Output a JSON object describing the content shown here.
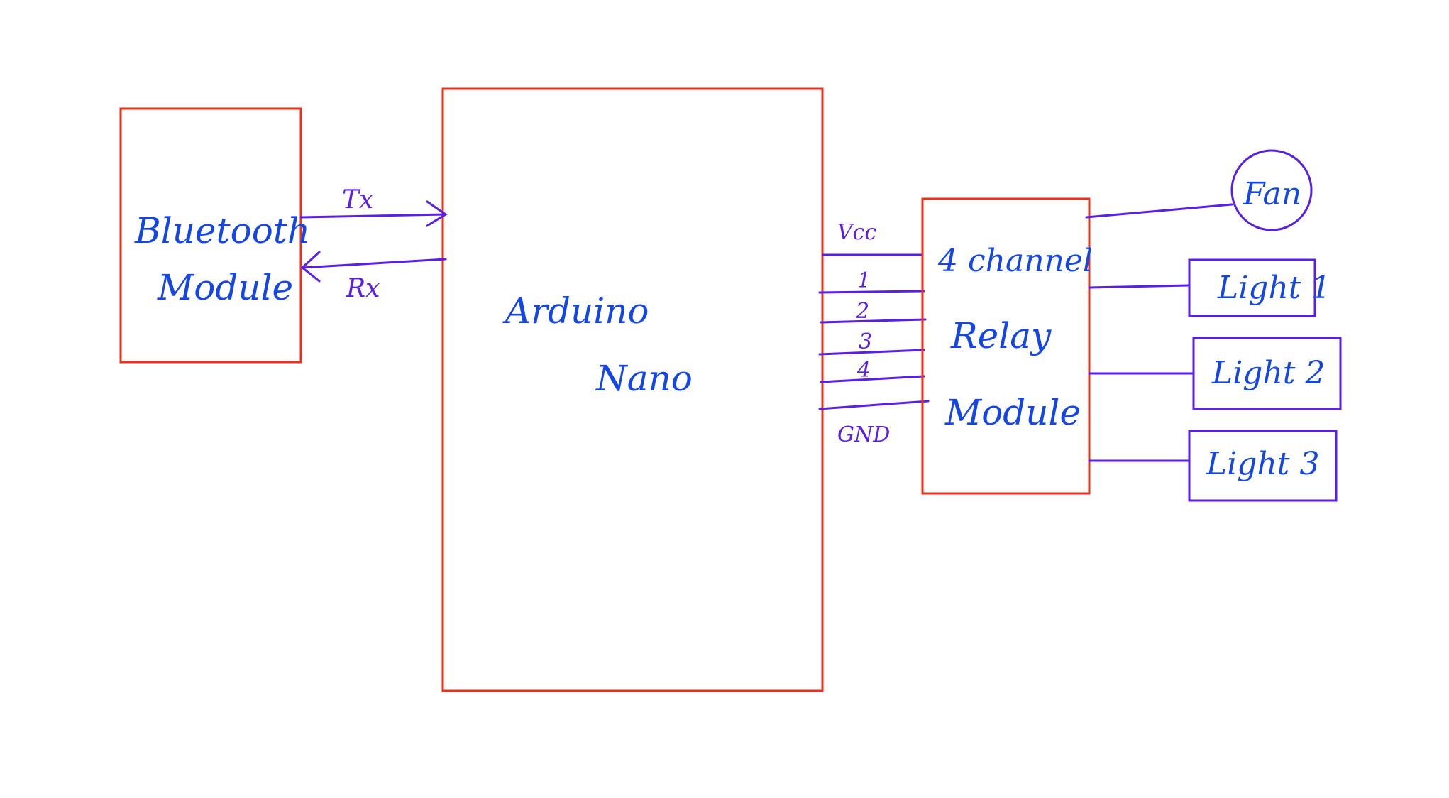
{
  "colors": {
    "box": "#e8321e",
    "wire": "#5a1ee6",
    "text": "#1446e6",
    "pin_text": "#5a1ee6"
  },
  "bluetooth": {
    "line1": "Bluetooth",
    "line2": "Module"
  },
  "arduino": {
    "line1": "Arduino",
    "line2": "Nano"
  },
  "relay": {
    "line1": "4 channel",
    "line2": "Relay",
    "line3": "Module"
  },
  "signals": {
    "tx": "Tx",
    "rx": "Rx"
  },
  "pins": {
    "vcc": "Vcc",
    "p1": "1",
    "p2": "2",
    "p3": "3",
    "p4": "4",
    "gnd": "GND"
  },
  "loads": {
    "fan": "Fan",
    "light1": "Light 1",
    "light2": "Light 2",
    "light3": "Light 3"
  }
}
